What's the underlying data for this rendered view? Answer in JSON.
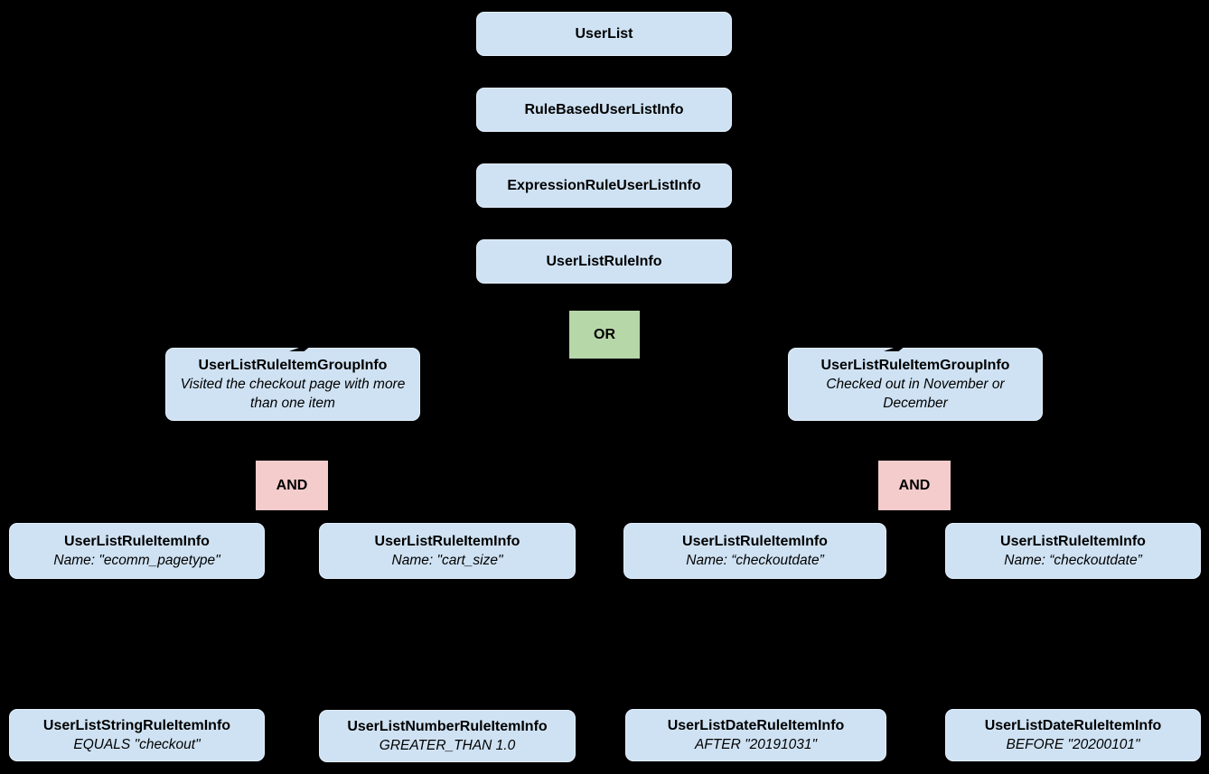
{
  "diagram": {
    "colors": {
      "background": "#000000",
      "node_fill": "#cfe2f3",
      "or_fill": "#b6d7a8",
      "and_fill": "#f4cccc",
      "text": "#000000"
    },
    "nodes": {
      "userlist": {
        "title": "UserList"
      },
      "rule_based": {
        "title": "RuleBasedUserListInfo"
      },
      "expression": {
        "title": "ExpressionRuleUserListInfo"
      },
      "userlist_rule": {
        "title": "UserListRuleInfo"
      },
      "or_operator": {
        "label": "OR"
      },
      "group_left": {
        "title": "UserListRuleItemGroupInfo",
        "subtitle": "Visited the checkout page with more than one item"
      },
      "group_right": {
        "title": "UserListRuleItemGroupInfo",
        "subtitle": "Checked out in November or December"
      },
      "and_left": {
        "label": "AND"
      },
      "and_right": {
        "label": "AND"
      },
      "item_ecomm": {
        "title": "UserListRuleItemInfo",
        "subtitle": "Name: \"ecomm_pagetype\""
      },
      "item_cart": {
        "title": "UserListRuleItemInfo",
        "subtitle": "Name: \"cart_size\""
      },
      "item_checkout1": {
        "title": "UserListRuleItemInfo",
        "subtitle": "Name: “checkoutdate”"
      },
      "item_checkout2": {
        "title": "UserListRuleItemInfo",
        "subtitle": "Name: “checkoutdate”"
      },
      "leaf_string": {
        "title": "UserListStringRuleItemInfo",
        "subtitle": "EQUALS \"checkout\""
      },
      "leaf_number": {
        "title": "UserListNumberRuleItemInfo",
        "subtitle": "GREATER_THAN 1.0"
      },
      "leaf_date_after": {
        "title": "UserListDateRuleItemInfo",
        "subtitle": "AFTER \"20191031\""
      },
      "leaf_date_before": {
        "title": "UserListDateRuleItemInfo",
        "subtitle": "BEFORE \"20200101\""
      }
    }
  }
}
